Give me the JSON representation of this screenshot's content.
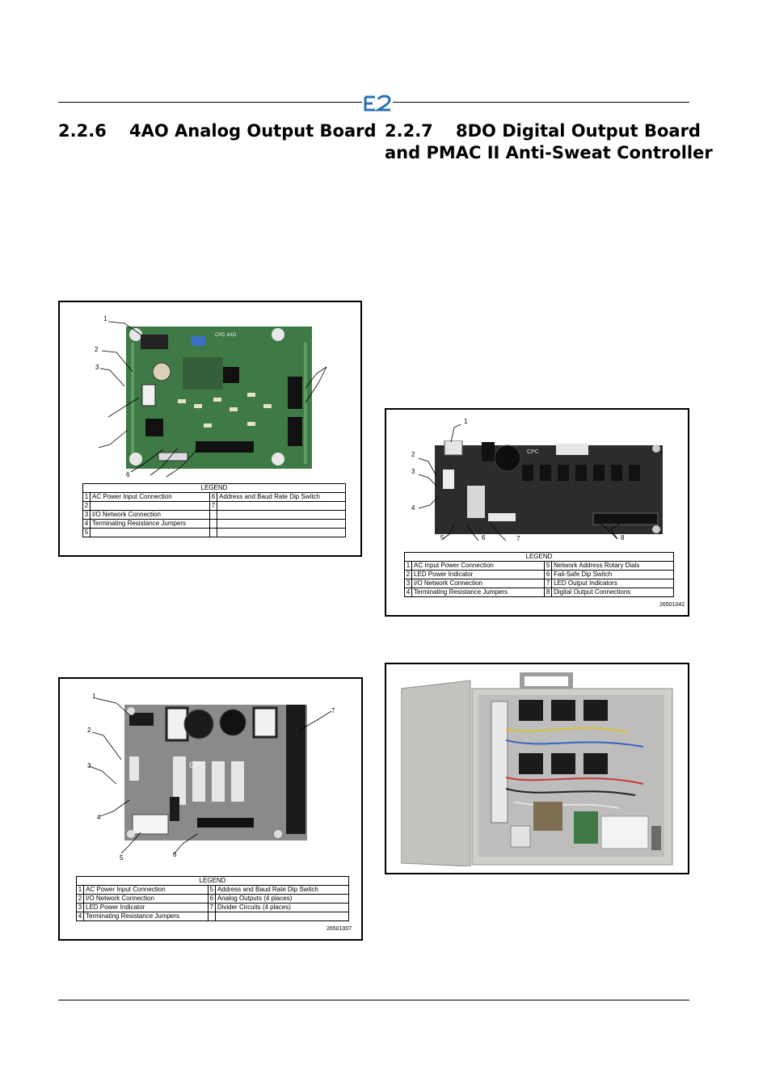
{
  "sections": [
    {
      "number": "2.2.6",
      "title": "4AO Analog Output Board"
    },
    {
      "number": "2.2.7",
      "title_line1": "8DO Digital Output Board",
      "title_line2": "and PMAC II Anti-Sweat Controller"
    }
  ],
  "logo_text": "E2",
  "figure_4ao_new": {
    "board_print": "CPC 4AO",
    "callouts": [
      "1",
      "2",
      "3",
      "6"
    ],
    "legend_title": "LEGEND",
    "legend_rows": [
      {
        "n1": "1",
        "l1": "AC Power Input Connection",
        "n2": "6",
        "l2": "Address and Baud Rate Dip Switch"
      },
      {
        "n1": "2",
        "l1": "",
        "n2": "7",
        "l2": ""
      },
      {
        "n1": "3",
        "l1": "I/O Network Connection",
        "n2": "",
        "l2": ""
      },
      {
        "n1": "4",
        "l1": "Terminating Resistance Jumpers",
        "n2": "",
        "l2": ""
      },
      {
        "n1": "5",
        "l1": "",
        "n2": "",
        "l2": ""
      }
    ]
  },
  "figure_4ao_old": {
    "board_print": "CPC",
    "callouts": [
      "1",
      "2",
      "3",
      "4",
      "5",
      "6",
      "7"
    ],
    "legend_title": "LEGEND",
    "legend_rows": [
      {
        "n1": "1",
        "l1": "AC Power Input Connection",
        "n2": "5",
        "l2": "Address and Baud Rate Dip Switch"
      },
      {
        "n1": "2",
        "l1": "I/O Network Connection",
        "n2": "6",
        "l2": "Analog Outputs (4 places)"
      },
      {
        "n1": "3",
        "l1": "LED Power Indicator",
        "n2": "7",
        "l2": "Divider Circuits (4 places)"
      },
      {
        "n1": "4",
        "l1": "Terminating Resistance Jumpers",
        "n2": "",
        "l2": ""
      }
    ],
    "figure_number": "26501007"
  },
  "figure_8do": {
    "board_print": "CPC",
    "callouts": [
      "1",
      "2",
      "3",
      "4",
      "5",
      "6",
      "7",
      "8"
    ],
    "legend_title": "LEGEND",
    "legend_rows": [
      {
        "n1": "1",
        "l1": "AC Input Power Connection",
        "n2": "5",
        "l2": "Network Address Rotary Dials"
      },
      {
        "n1": "2",
        "l1": "LED Power Indicator",
        "n2": "6",
        "l2": "Fail-Safe Dip Switch"
      },
      {
        "n1": "3",
        "l1": "I/O Network Connection",
        "n2": "7",
        "l2": "LED Output Indicators"
      },
      {
        "n1": "4",
        "l1": "Terminating Resistance Jumpers",
        "n2": "8",
        "l2": "Digital Output Connections"
      }
    ],
    "figure_number": "26501042"
  },
  "colors": {
    "green_board": "#3f7a46",
    "dark_board": "#2c2c2c",
    "gray_board": "#8a8a8a",
    "enclosure": "#c9c9c6"
  }
}
